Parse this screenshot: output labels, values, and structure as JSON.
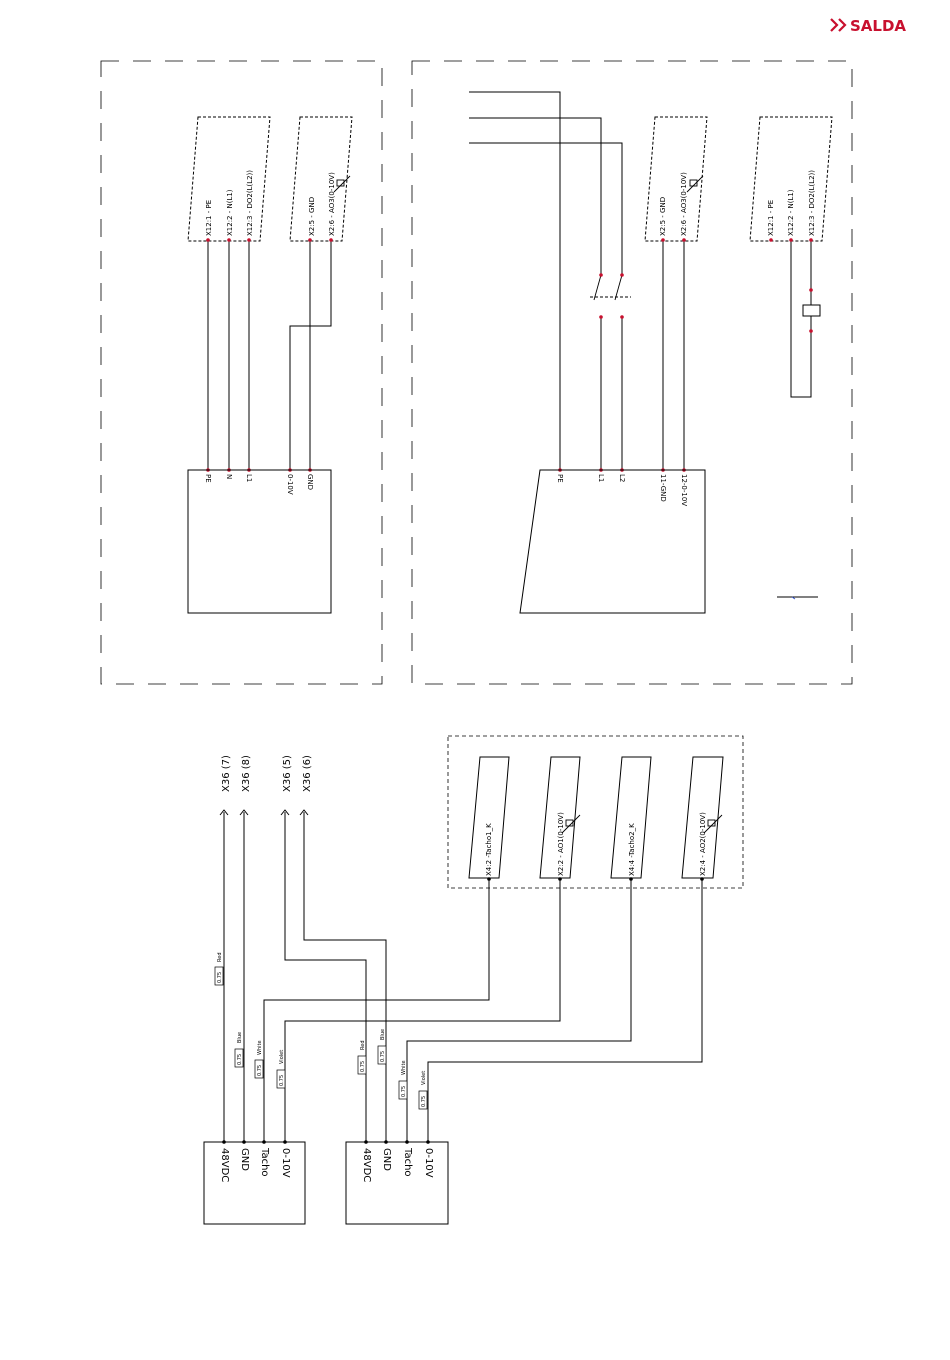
{
  "brand": {
    "name": "SALDA",
    "color": "#c8102e"
  },
  "panel_left": {
    "controller_terminals": [
      "X12:1 - PE",
      "X12:2 - N(L1)",
      "X12:3 - DO2(L(L2))"
    ],
    "analog_terminals": [
      "X2:5 - GND",
      "X2:6 - AO3(0-10V)"
    ],
    "device_terminals": [
      "PE",
      "N",
      "L1",
      "0-10V",
      "GND"
    ]
  },
  "panel_right": {
    "analog_terminals": [
      "X2:5 - GND",
      "X2:6 - AO3(0-10V)"
    ],
    "controller_terminals": [
      "X12:1 - PE",
      "X12:2 - N(L1)",
      "X12:3 - DO2(L(L2))"
    ],
    "device_terminals": [
      "PE",
      "L1",
      "L2",
      "11-GND",
      "12-0-10V"
    ]
  },
  "fan_section": {
    "controller_terminals": [
      "X4:2 -Tacho1_K",
      "X2:2 - AO1(0-10V)",
      "X4:4 -Tacho2_K",
      "X2:4 - AO2(0-10V)"
    ],
    "x36_labels": [
      "X36 (7)",
      "X36 (8)",
      "X36 (5)",
      "X36 (6)"
    ],
    "wire_size": "0.75",
    "fan1_wire_colors": [
      "Red",
      "Blue",
      "White",
      "Violet"
    ],
    "fan2_wire_colors": [
      "Red",
      "Blue",
      "White",
      "Violet"
    ],
    "motor_terminals": [
      "48VDC",
      "GND",
      "Tacho",
      "0-10V"
    ]
  }
}
